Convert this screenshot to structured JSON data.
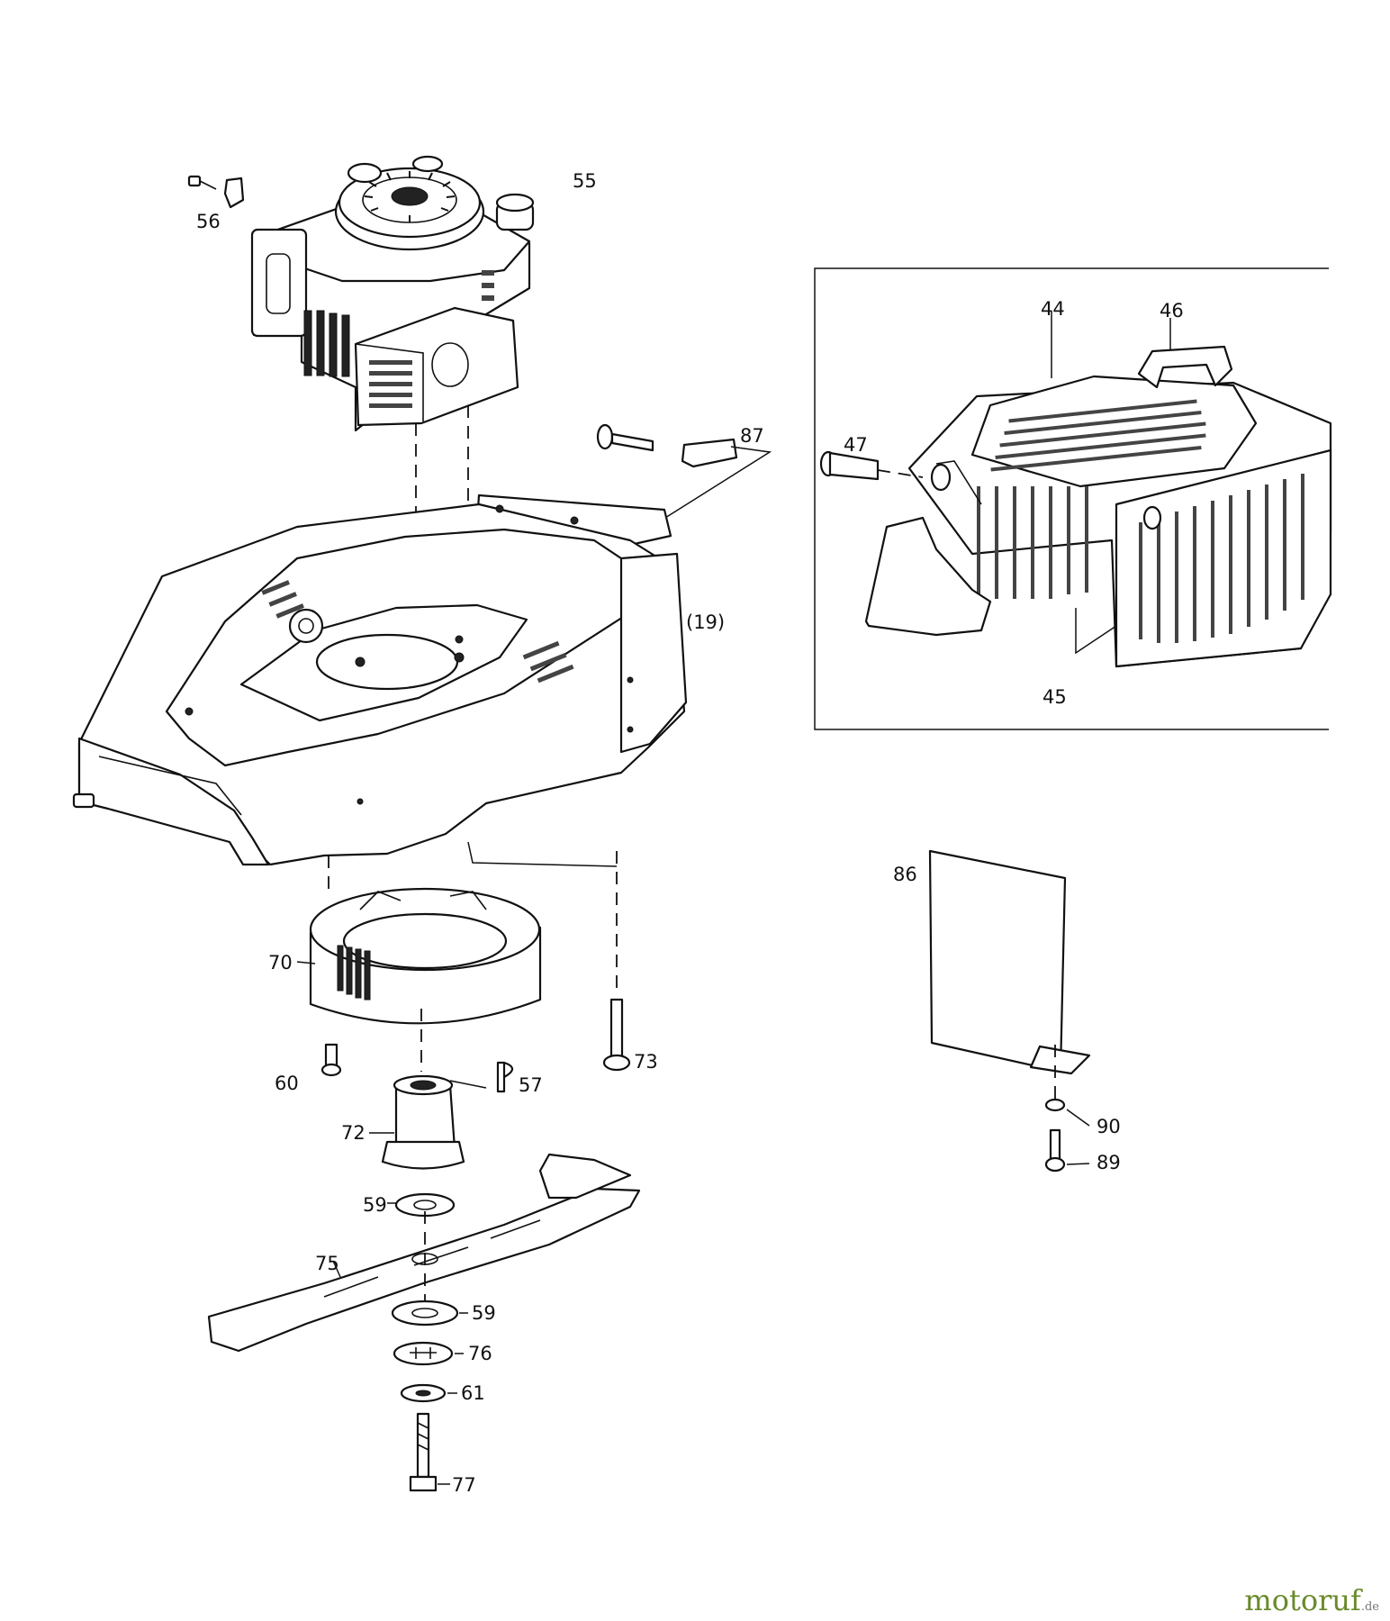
{
  "diagram": {
    "labels": {
      "p55": "55",
      "p56": "56",
      "p44": "44",
      "p46": "46",
      "p47": "47",
      "p87": "87",
      "p19": "(19)",
      "p45": "45",
      "p86": "86",
      "p70": "70",
      "p73": "73",
      "p60": "60",
      "p57": "57",
      "p72": "72",
      "p59a": "59",
      "p75": "75",
      "p59b": "59",
      "p76": "76",
      "p61": "61",
      "p77": "77",
      "p90": "90",
      "p89": "89"
    }
  },
  "watermark": {
    "brand": "motoruf",
    "suffix": ".de"
  }
}
